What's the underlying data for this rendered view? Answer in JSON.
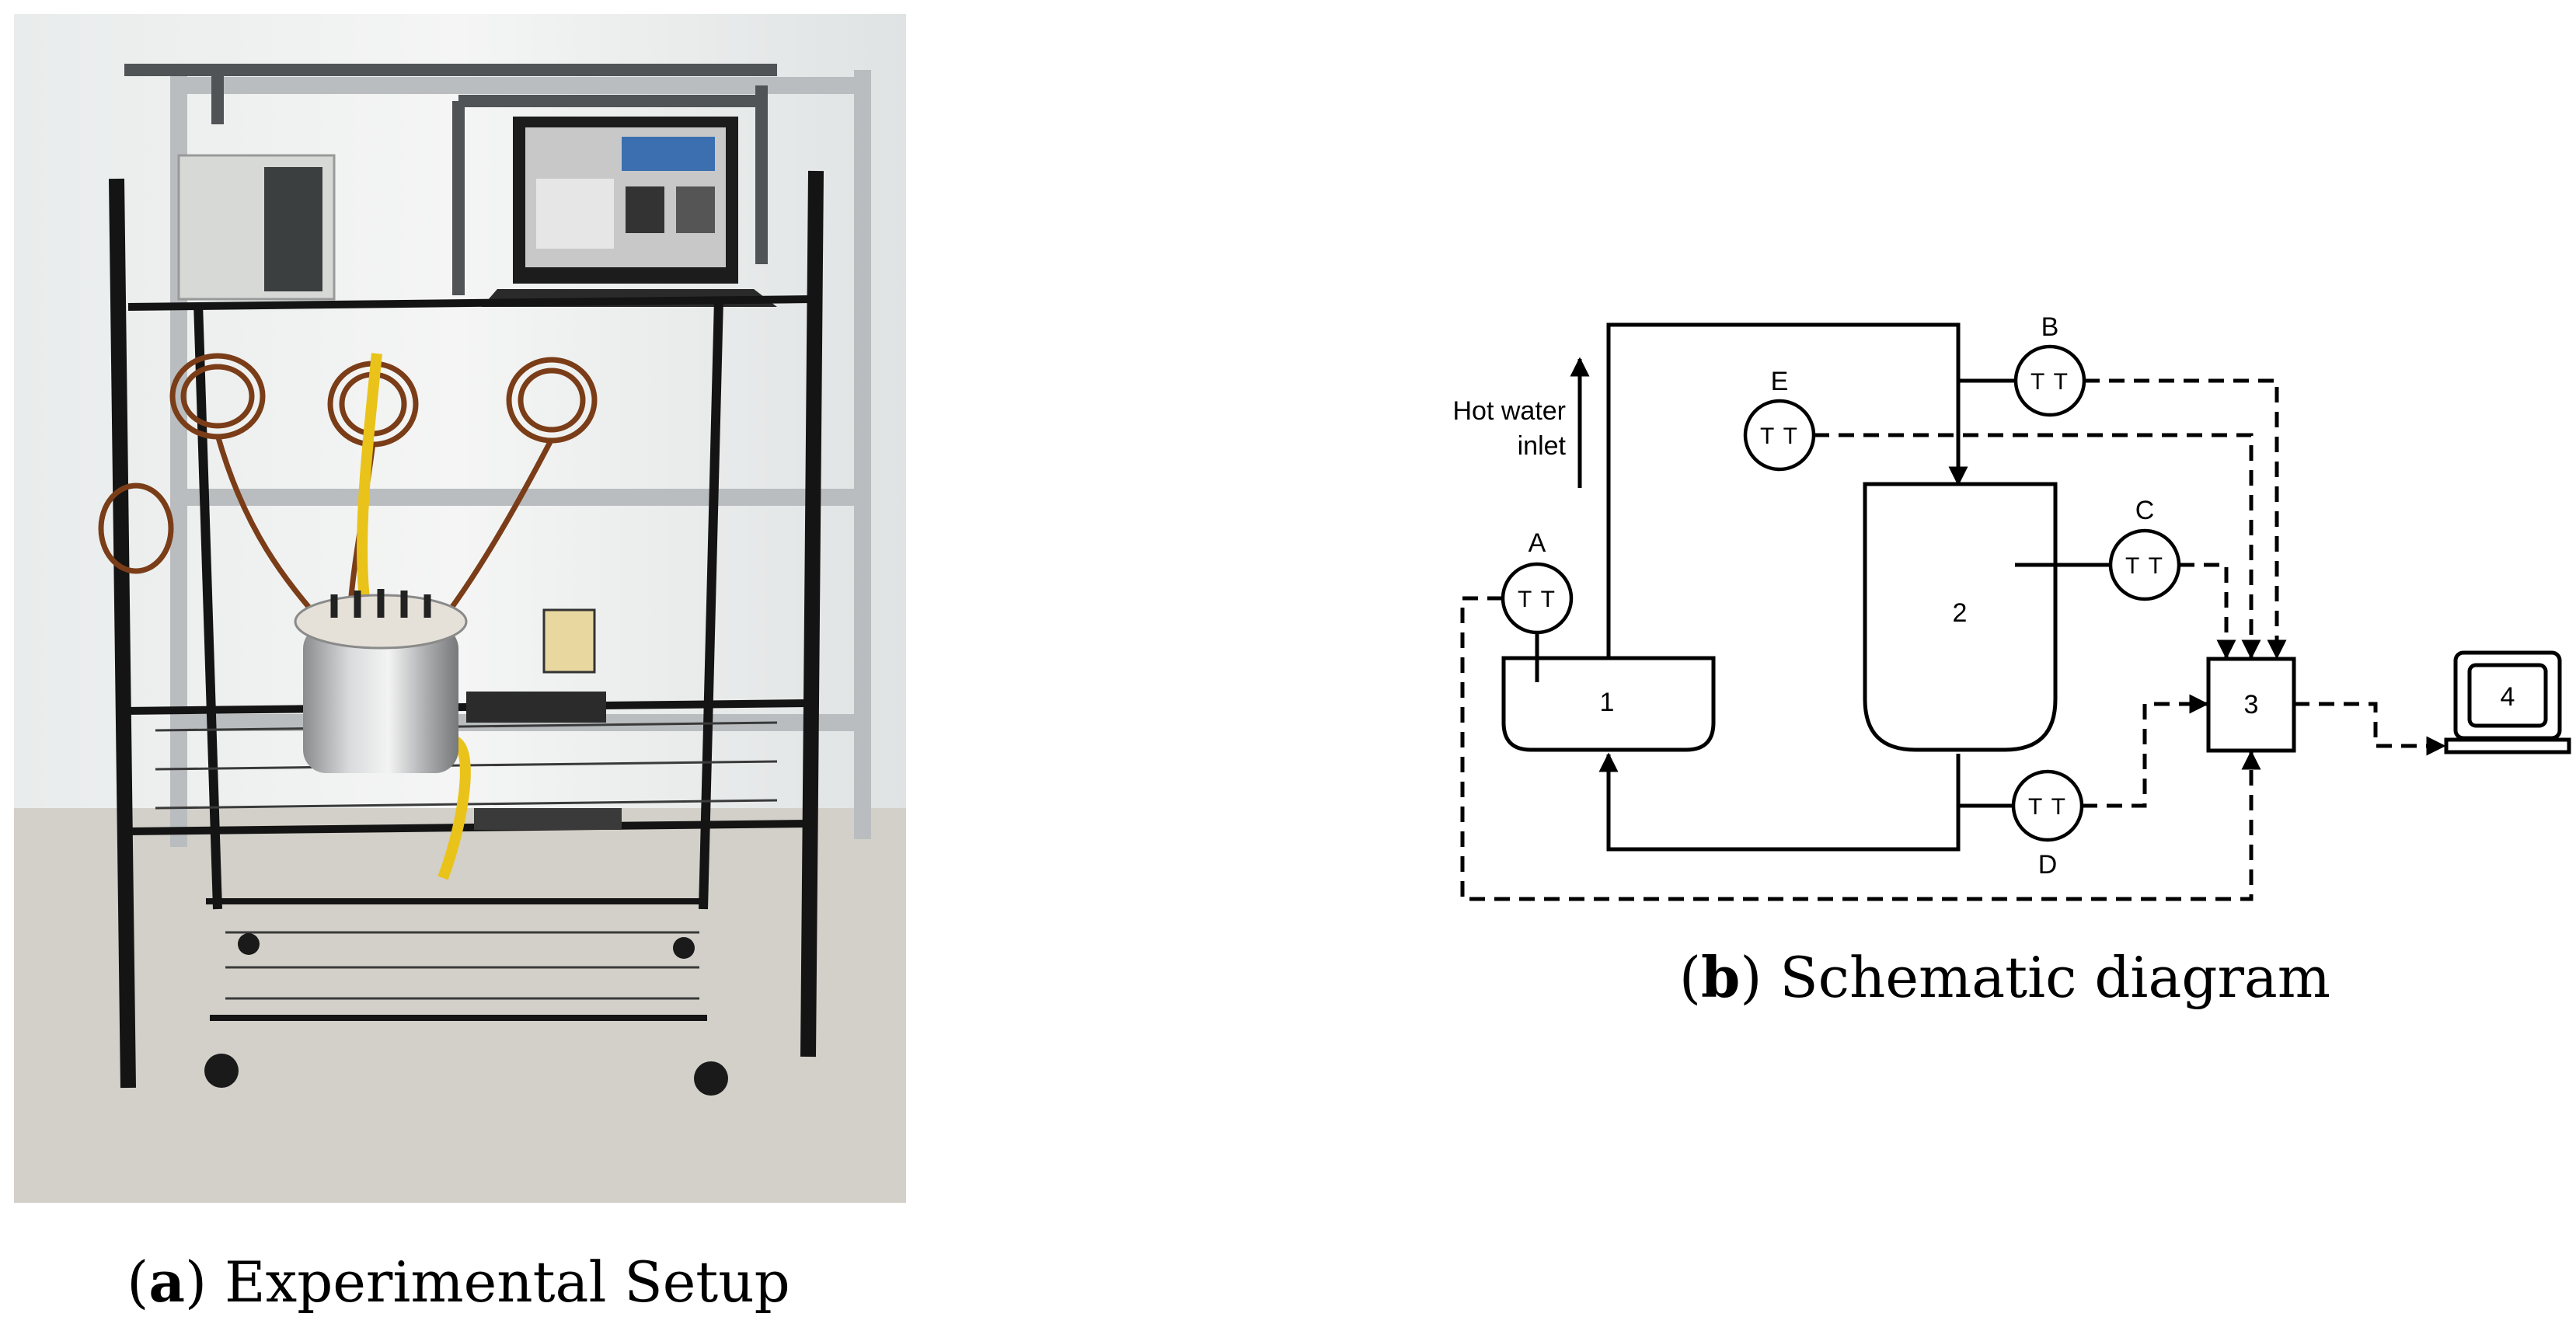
{
  "captions": {
    "a_letter": "a",
    "a_text": "Experimental Setup",
    "b_letter": "b",
    "b_text": "Schematic diagram"
  },
  "schematic": {
    "inlet_label_line1": "Hot water",
    "inlet_label_line2": "inlet",
    "instrument_text": "T T",
    "sensors": {
      "A": "A",
      "B": "B",
      "C": "C",
      "D": "D",
      "E": "E"
    },
    "components": {
      "tank1": "1",
      "tank2": "2",
      "logger": "3",
      "computer": "4"
    }
  },
  "photo": {
    "laptop_screen_colors": [
      "#3b6fb0",
      "#1c1c1c",
      "#c8c8c8"
    ]
  }
}
